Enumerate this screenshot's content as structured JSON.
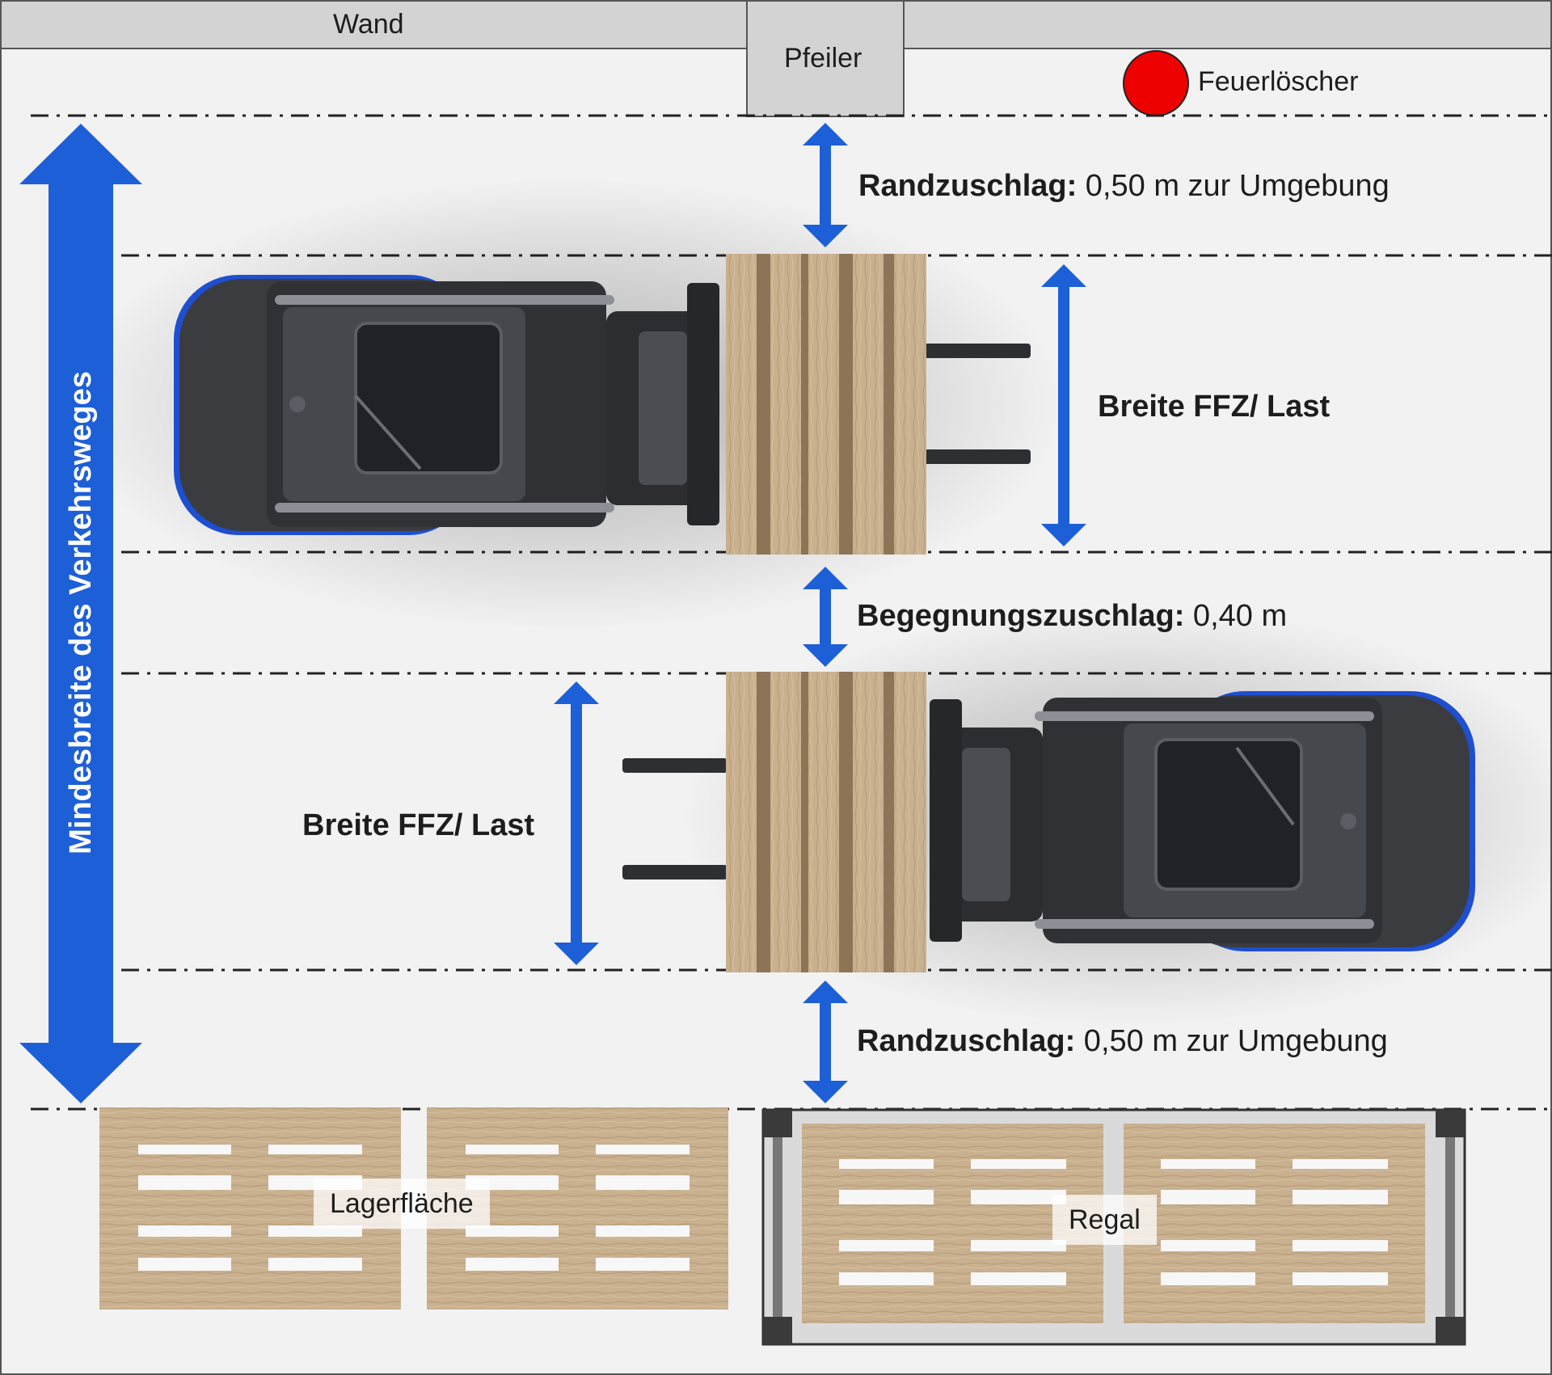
{
  "labels": {
    "wall": "Wand",
    "pillar": "Pfeiler",
    "extinguisher": "Feuerlöscher",
    "edge_top_bold": "Randzuschlag:",
    "edge_top_rest": " 0,50 m zur Umgebung",
    "width_top": "Breite FFZ/ Last",
    "meet_bold": "Begegnungszuschlag:",
    "meet_rest": " 0,40 m",
    "width_bottom": "Breite FFZ/ Last",
    "edge_bottom_bold": "Randzuschlag:",
    "edge_bottom_rest": " 0,50 m zur Umgebung",
    "min_width": "Mindesbreite des Verkehrsweges",
    "storage": "Lagerfläche",
    "rack": "Regal"
  },
  "colors": {
    "arrow_blue": "#1d5fd6",
    "extinguisher_red": "#ee0000",
    "wall_gray": "#d3d3d3",
    "floor": "#f2f2f3",
    "pallet_wood": "#c9b08f",
    "forklift_body": "#3a3c40",
    "forklift_accent": "#1e4fd0"
  },
  "icons": {
    "extinguisher": "red-circle",
    "forklift_top": "forklift-top-view",
    "forklift_bottom": "forklift-top-view-flipped",
    "pallet": "wooden-pallet"
  }
}
